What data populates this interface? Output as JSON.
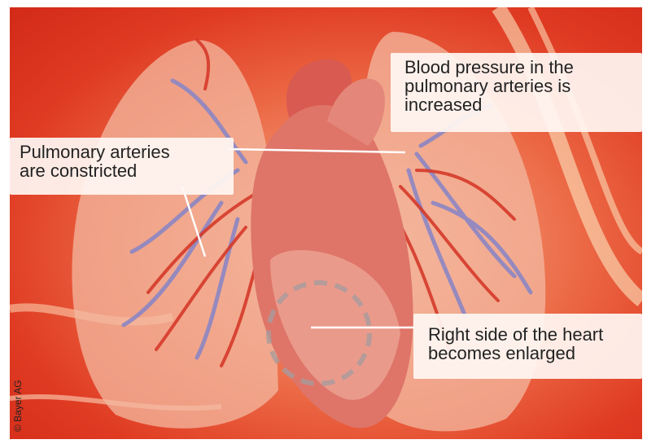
{
  "callouts": {
    "pressure": [
      "Blood pressure in the",
      "pulmonary arteries is",
      "increased"
    ],
    "constricted": [
      "Pulmonary arteries",
      "are constricted"
    ],
    "enlarged": [
      "Right side of the heart",
      "becomes enlarged"
    ]
  },
  "copyright": "© Bayer AG",
  "colors": {
    "background": "#df3a22",
    "lung": "#f3b8a0",
    "heart": "#d9675b",
    "artery_red": "#d63a2a",
    "vessel_blue": "#8c86c4",
    "callout_bg": "#fff6f2"
  }
}
